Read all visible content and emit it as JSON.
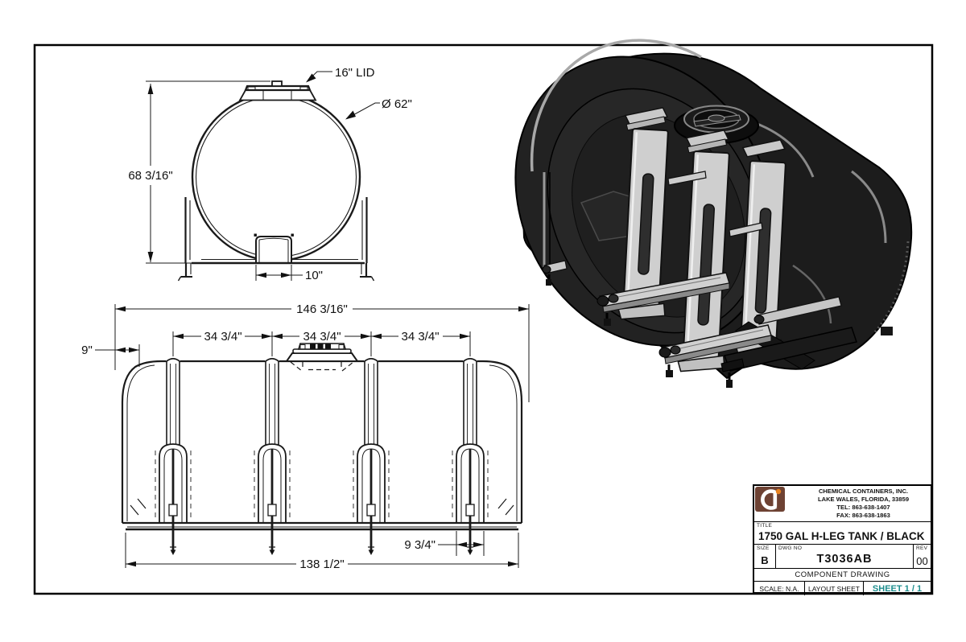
{
  "drawing": {
    "front_view": {
      "lid_label": "16\" LID",
      "diameter_label": "Ø 62\"",
      "height_label": "68 3/16\"",
      "base_width_label": "10\""
    },
    "side_view": {
      "overall_length_label": "146 3/16\"",
      "spacing_labels": [
        "34 3/4\"",
        "34 3/4\"",
        "34 3/4\""
      ],
      "end_offset_label": "9\"",
      "leg_width_label": "9 3/4\"",
      "base_length_label": "138 1/2\""
    }
  },
  "title_block": {
    "company": {
      "name": "CHEMICAL CONTAINERS, INC.",
      "address": "LAKE WALES, FLORIDA, 33859",
      "tel": "TEL: 863-638-1407",
      "fax": "FAX: 863-638-1863"
    },
    "title_label": "TITLE",
    "title": "1750 GAL H-LEG TANK / BLACK",
    "size_label": "SIZE",
    "size": "B",
    "dwg_no_label": "DWG NO",
    "dwg_no": "T3036AB",
    "rev_label": "REV",
    "rev": "00",
    "drawing_type": "COMPONENT DRAWING",
    "scale": "SCALE: N.A.",
    "layout": "LAYOUT SHEET",
    "sheet": "SHEET 1 / 1"
  },
  "colors": {
    "accent_teal": "#1e8e8e",
    "logo_brown": "#6e4233",
    "logo_orange": "#e8821e",
    "tank_black": "#1c1c1c",
    "bracket_gray": "#cfcfcf"
  }
}
